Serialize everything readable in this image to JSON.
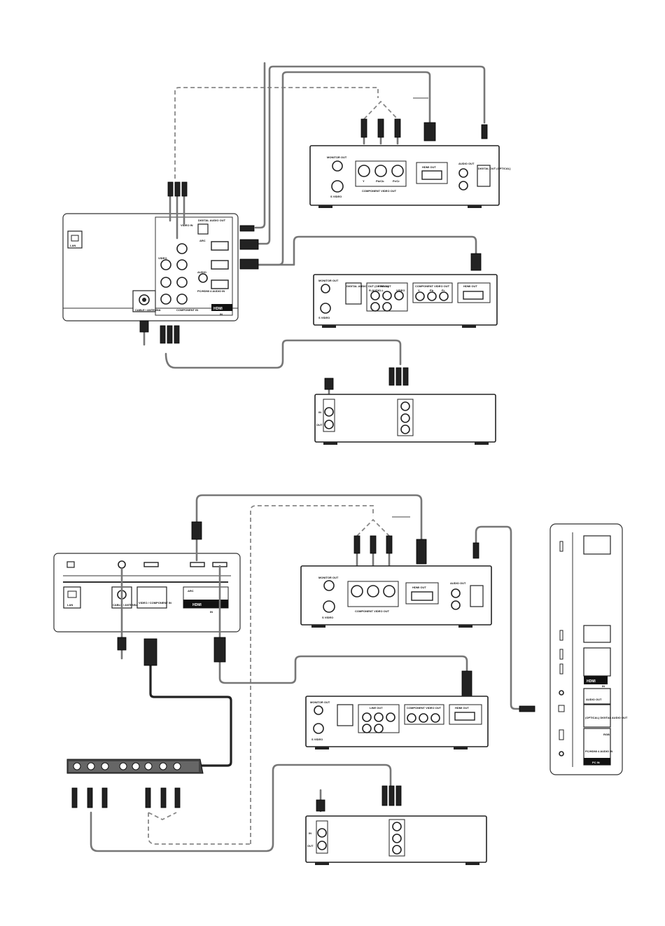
{
  "diagram": {
    "tv_rear": {
      "lan": "LAN",
      "cable_antenna": "CABLE / ANTENNA",
      "video": "VIDEO",
      "video_in": "VIDEO IN",
      "audio": "AUDIO",
      "component_in": "COMPONENT IN",
      "digital_audio_out": "DIGITAL AUDIO OUT",
      "arc": "ARC",
      "pc_hdmi4_audio_in": "PC/HDMI 4 AUDIO IN",
      "hdmi": "HDMI",
      "in": "IN"
    },
    "bluray_player_1": {
      "monitor_out": "MONITOR OUT",
      "s_video": "S VIDEO",
      "component_video_out": "COMPONENT VIDEO OUT",
      "y": "Y",
      "pb_cb": "Pb/Cb",
      "pr_cr": "Pr/Cr",
      "hdmi_out": "HDMI OUT",
      "audio_out": "AUDIO OUT",
      "digital_out": "DIGITAL OUT (OPTICAL)"
    },
    "bluray_player_2": {
      "monitor_out": "MONITOR OUT",
      "s_video": "S VIDEO",
      "digital_audio_out": "DIGITAL AUDIO OUT (OPTICAL)",
      "line_out": "LINE OUT",
      "r_audio_l": "R-AUDIO-L",
      "video": "VIDEO",
      "component_video_out": "COMPONENT VIDEO OUT",
      "y": "Y",
      "pb": "Pb",
      "pr": "Pr",
      "hdmi_out": "HDMI OUT"
    },
    "vcr": {
      "in": "IN",
      "out": "OUT"
    },
    "tv_side": {
      "hdmi": "HDMI",
      "in": "IN",
      "audio_out": "AUDIO OUT",
      "digital_audio_out": "(OPTICAL) DIGITAL AUDIO OUT",
      "rgb": "RGB",
      "pc_hdmi4_audio_in": "PC/HDMI 4 AUDIO IN",
      "pc_in": "PC IN"
    },
    "tv_rear_2": {
      "lan": "LAN",
      "cable_antenna": "CABLE / ANTENNA",
      "video_component_in": "VIDEO / COMPONENT IN",
      "arc": "ARC",
      "hdmi": "HDMI",
      "in": "IN"
    }
  }
}
